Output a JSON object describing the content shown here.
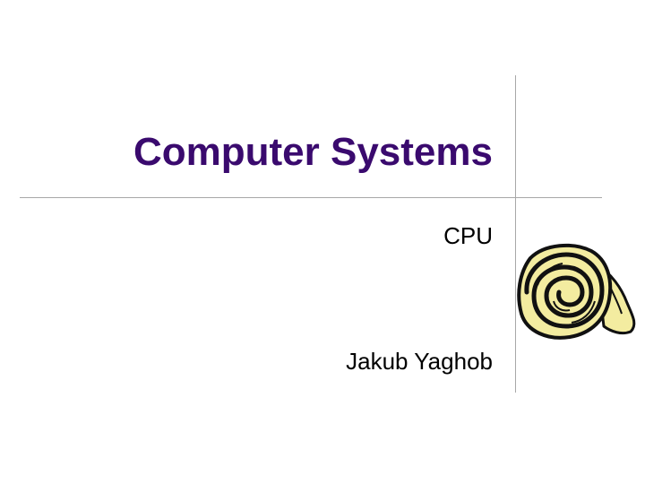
{
  "slide": {
    "title": "Computer Systems",
    "subtitle_lines": [
      "CPU",
      "Jakub Yaghob"
    ]
  },
  "colors": {
    "title": "#3a0a6e",
    "divider": "#a8a8a8",
    "clipart_fill": "#f3eca0",
    "clipart_outline": "#111111"
  },
  "icons": {
    "clipart": "rolled-scroll-clipart"
  }
}
